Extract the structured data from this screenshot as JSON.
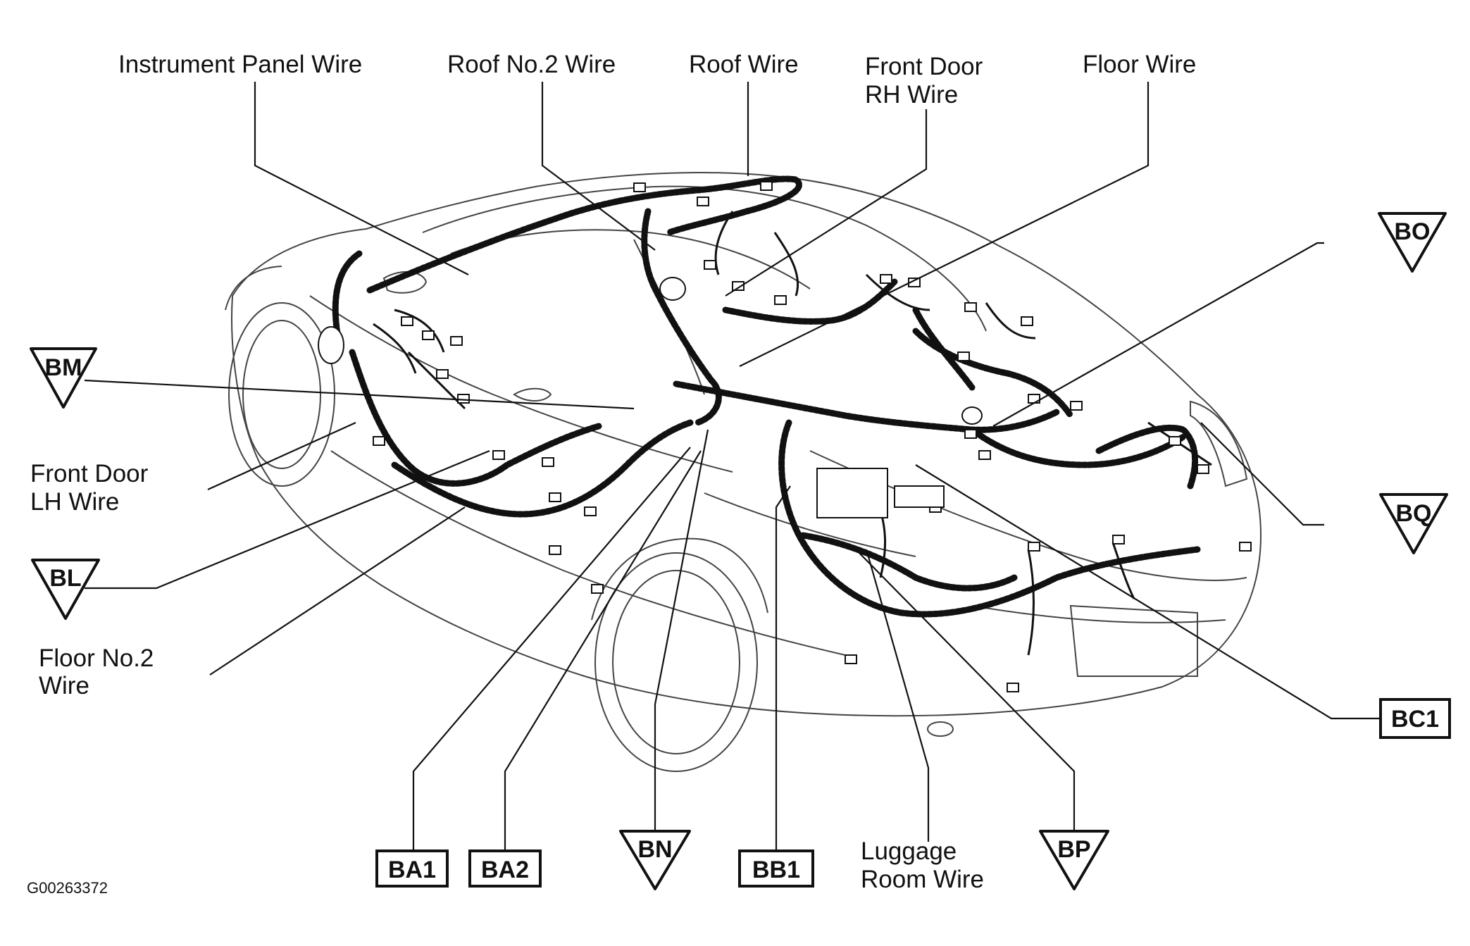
{
  "wire_labels": {
    "instrument_panel": "Instrument Panel Wire",
    "roof_no2": "Roof No.2 Wire",
    "roof": "Roof Wire",
    "front_door_rh_line1": "Front Door",
    "front_door_rh_line2": "RH Wire",
    "floor": "Floor Wire",
    "front_door_lh_line1": "Front Door",
    "front_door_lh_line2": "LH Wire",
    "floor_no2_line1": "Floor No.2",
    "floor_no2_line2": "Wire",
    "luggage_room_line1": "Luggage",
    "luggage_room_line2": "Room Wire"
  },
  "ground_points": {
    "bm": "BM",
    "bl": "BL",
    "bo": "BO",
    "bq": "BQ",
    "bn": "BN",
    "bp": "BP"
  },
  "junction_connectors": {
    "ba1": "BA1",
    "ba2": "BA2",
    "bb1": "BB1",
    "bc1": "BC1"
  },
  "figure_code": "G00263372"
}
